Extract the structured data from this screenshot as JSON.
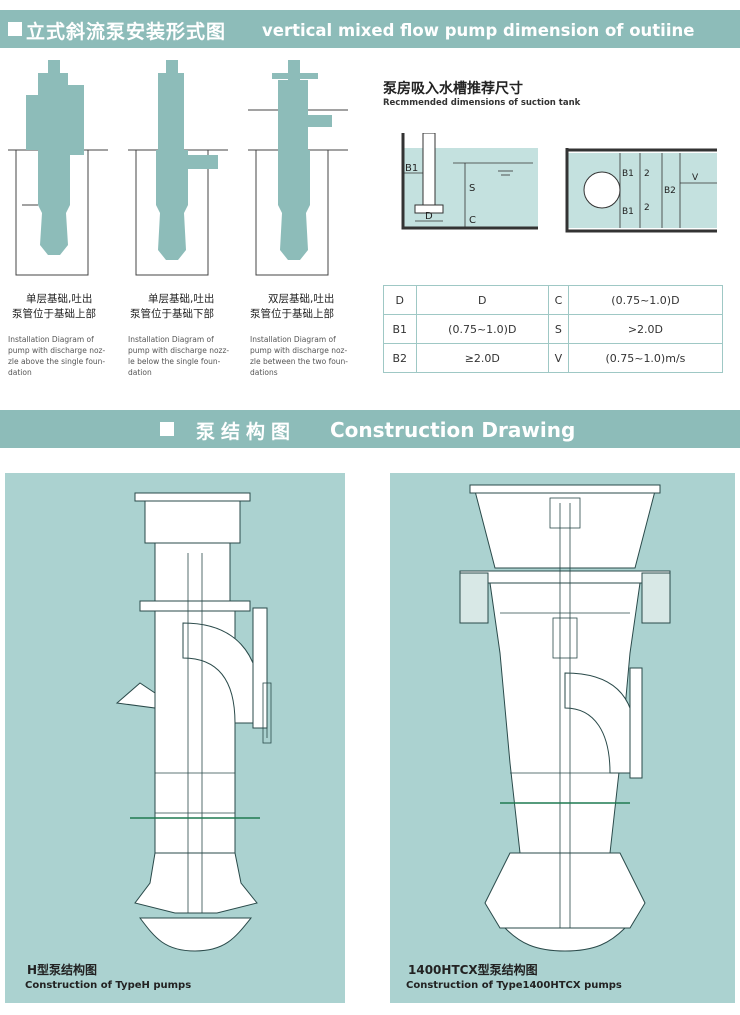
{
  "header": {
    "title_cn": "立式斜流泵安装形式图",
    "title_en": "vertical mixed flow pump dimension of outiine"
  },
  "installations": [
    {
      "caption_cn_1": "单层基础,吐出",
      "caption_cn_2": "泵管位于基础上部",
      "caption_en_1": "Installation Diagram of",
      "caption_en_2": "pump with discharge noz-",
      "caption_en_3": "zle  above the single foun-",
      "caption_en_4": "dation"
    },
    {
      "caption_cn_1": "单层基础,吐出",
      "caption_cn_2": "泵管位于基础下部",
      "caption_en_1": "Installation Diagram of",
      "caption_en_2": "pump with discharge nozz-",
      "caption_en_3": "le below the single foun-",
      "caption_en_4": "dation"
    },
    {
      "caption_cn_1": "双层基础,吐出",
      "caption_cn_2": "泵管位于基础上部",
      "caption_en_1": "Installation Diagram of",
      "caption_en_2": "pump with discharge noz-",
      "caption_en_3": "zle between the two foun-",
      "caption_en_4": "dations"
    }
  ],
  "suction_tank": {
    "title_cn": "泵房吸入水槽推荐尺寸",
    "title_en": "Recmmended dimensions of suction tank",
    "labels": {
      "b1": "B1",
      "d": "D",
      "s": "S",
      "c": "C",
      "b2": "B2",
      "v": "V",
      "two": "2"
    },
    "table": [
      [
        "D",
        "D",
        "C",
        "(0.75~1.0)D"
      ],
      [
        "B1",
        "(0.75~1.0)D",
        "S",
        ">2.0D"
      ],
      [
        "B2",
        "≥2.0D",
        "V",
        "(0.75~1.0)m/s"
      ]
    ]
  },
  "section2": {
    "title_cn": "泵结构图",
    "title_en": "Construction Drawing"
  },
  "drawings": [
    {
      "title_cn": "H型泵结构图",
      "title_en": "Construction of TypeH pumps"
    },
    {
      "title_cn": "1400HTCX型泵结构图",
      "title_en": "Construction of Type1400HTCX pumps"
    }
  ],
  "colors": {
    "accent": "#8dbcb9",
    "panel": "#abd2d0",
    "pump": "#ffffff",
    "line": "#2a4a4a"
  }
}
